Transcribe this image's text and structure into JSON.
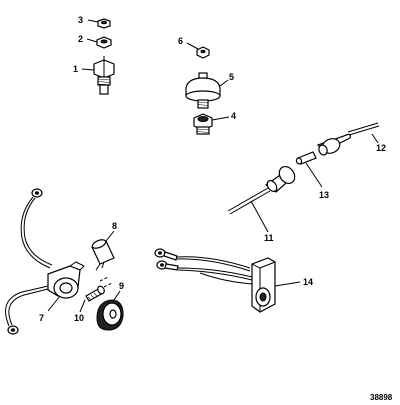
{
  "diagram": {
    "figure_number": "38898",
    "callouts": {
      "c1": "1",
      "c2": "2",
      "c3": "3",
      "c4": "4",
      "c5": "5",
      "c6": "6",
      "c7": "7",
      "c8": "8",
      "c9": "9",
      "c10": "10",
      "c11": "11",
      "c12": "12",
      "c13": "13",
      "c14": "14"
    }
  }
}
